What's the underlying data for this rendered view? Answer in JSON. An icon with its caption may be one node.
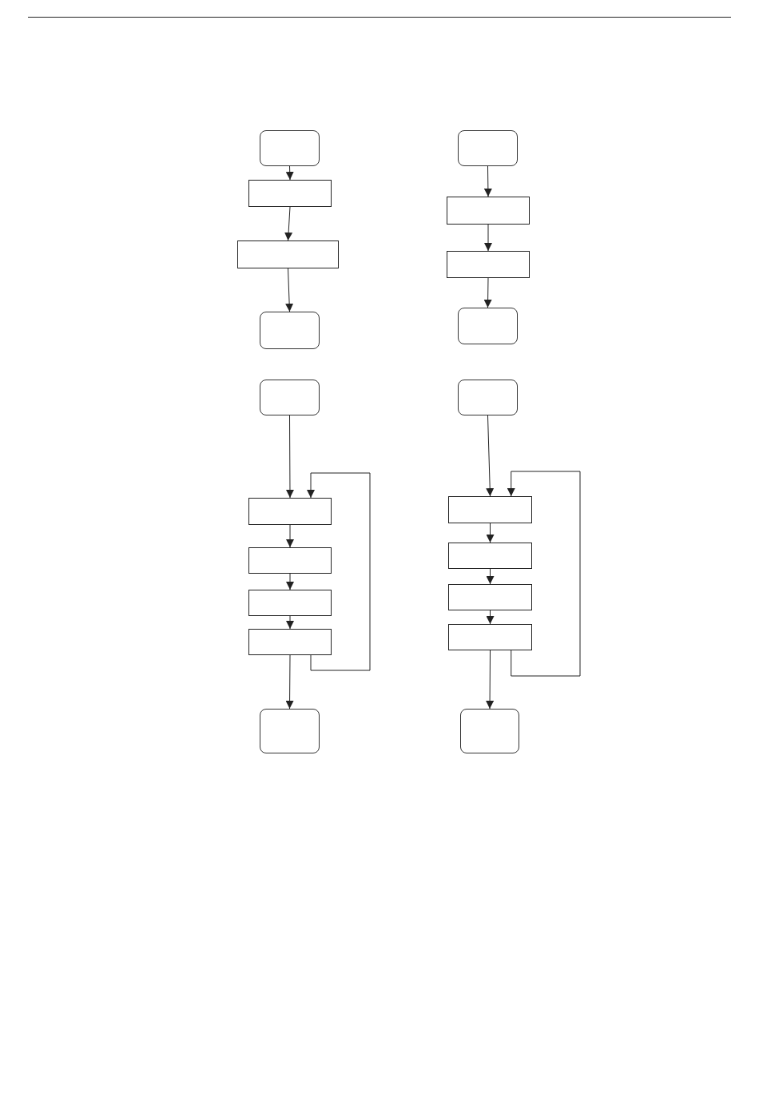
{
  "diagram": {
    "nodes": [
      {
        "text": [],
        "shape": "box"
      },
      {
        "text": [],
        "shape": "rectangle"
      },
      {
        "text": [],
        "shape": "rectangle"
      },
      {
        "text": [],
        "shape": "box"
      },
      {
        "text": [],
        "shape": "box"
      },
      {
        "text": [],
        "shape": "rectangle"
      },
      {
        "text": [],
        "shape": "rectangle"
      },
      {
        "text": [],
        "shape": "box"
      },
      {
        "text": [],
        "shape": "box"
      },
      {
        "text": [],
        "shape": "rectangle"
      },
      {
        "text": [],
        "shape": "rectangle"
      },
      {
        "text": [],
        "shape": "rectangle"
      },
      {
        "text": [],
        "shape": "rectangle"
      },
      {
        "text": [],
        "shape": "box"
      },
      {
        "text": [],
        "shape": "box"
      },
      {
        "text": [],
        "shape": "rectangle"
      },
      {
        "text": [],
        "shape": "rectangle"
      },
      {
        "text": [],
        "shape": "rectangle"
      },
      {
        "text": [],
        "shape": "rectangle"
      },
      {
        "text": [],
        "shape": "box"
      }
    ],
    "edges": [
      {
        "from": 0,
        "to": 1,
        "arrow": "to"
      },
      {
        "from": 1,
        "to": 2,
        "arrow": "to"
      },
      {
        "from": 2,
        "to": 3,
        "arrow": "to"
      },
      {
        "from": 4,
        "to": 5,
        "arrow": "to"
      },
      {
        "from": 5,
        "to": 6,
        "arrow": "to"
      },
      {
        "from": 6,
        "to": 7,
        "arrow": "to"
      },
      {
        "from": 8,
        "to": 9,
        "arrow": "to"
      },
      {
        "from": 9,
        "to": 10,
        "arrow": "to"
      },
      {
        "from": 10,
        "to": 11,
        "arrow": "to"
      },
      {
        "from": 11,
        "to": 12,
        "arrow": "to"
      },
      {
        "from": 12,
        "to": 13,
        "arrow": "to"
      },
      {
        "from": 12,
        "to": 9,
        "arrow": "to"
      },
      {
        "from": 14,
        "to": 15,
        "arrow": "to"
      },
      {
        "from": 15,
        "to": 16,
        "arrow": "to"
      },
      {
        "from": 16,
        "to": 17,
        "arrow": "to"
      },
      {
        "from": 17,
        "to": 18,
        "arrow": "to"
      },
      {
        "from": 18,
        "to": 19,
        "arrow": "to"
      },
      {
        "from": 18,
        "to": 15,
        "arrow": "to"
      }
    ]
  }
}
